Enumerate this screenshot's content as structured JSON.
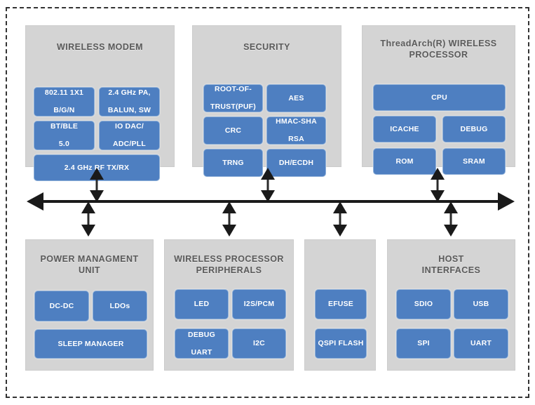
{
  "diagram": {
    "title_visible": false,
    "colors": {
      "module_fill": "#4e7fc1",
      "group_fill": "#d4d4d4",
      "boundary": "#333333",
      "bus": "#1a1a1a",
      "module_text": "#ffffff",
      "group_title_text": "#5a5a5a"
    },
    "bus": {
      "name": "system-bus",
      "left_arrow": true,
      "right_arrow": true
    },
    "groups": [
      {
        "id": "wireless-modem",
        "title": "WIRELESS MODEM",
        "modules": [
          "802.11 1X1 B/G/N",
          "2.4 GHz PA, BALUN, SW",
          "BT/BLE 5.0",
          "IO DAC/ ADC/PLL",
          "2.4 GHz RF TX/RX"
        ]
      },
      {
        "id": "security",
        "title": "SECURITY",
        "modules": [
          "ROOT-OF-TRUST(PUF)",
          "AES",
          "CRC",
          "HMAC-SHA RSA",
          "TRNG",
          "DH/ECDH"
        ]
      },
      {
        "id": "threadarch-wireless-processor",
        "title": "ThreadArch(R) WIRELESS PROCESSOR",
        "modules": [
          "CPU",
          "ICACHE",
          "DEBUG",
          "ROM",
          "SRAM"
        ]
      },
      {
        "id": "power-managment-unit",
        "title": "POWER MANAGMENT UNIT",
        "modules": [
          "DC-DC",
          "LDOs",
          "SLEEP MANAGER"
        ]
      },
      {
        "id": "wireless-processor-peripherals",
        "title": "WIRELESS PROCESSOR PERIPHERALS",
        "modules": [
          "LED",
          "I2S/PCM",
          "DEBUG UART",
          "I2C"
        ]
      },
      {
        "id": "memory-group",
        "title": "",
        "modules": [
          "EFUSE",
          "QSPI FLASH"
        ]
      },
      {
        "id": "host-interfaces",
        "title": "HOST INTERFACES",
        "modules": [
          "SDIO",
          "USB",
          "SPI",
          "UART"
        ]
      }
    ],
    "labels": {
      "wireless_modem": {
        "title": "WIRELESS MODEM",
        "m1_l1": "802.11 1X1",
        "m1_l2": "B/G/N",
        "m2_l1": "2.4 GHz PA,",
        "m2_l2": "BALUN, SW",
        "m3_l1": "BT/BLE",
        "m3_l2": "5.0",
        "m4_l1": "IO DAC/",
        "m4_l2": "ADC/PLL",
        "m5": "2.4 GHz RF TX/RX"
      },
      "security": {
        "title": "SECURITY",
        "m1_l1": "ROOT-OF-",
        "m1_l2": "TRUST(PUF)",
        "m2": "AES",
        "m3": "CRC",
        "m4_l1": "HMAC-SHA",
        "m4_l2": "RSA",
        "m5": "TRNG",
        "m6": "DH/ECDH"
      },
      "threadarch": {
        "title_l1": "ThreadArch(R) WIRELESS",
        "title_l2": "PROCESSOR",
        "m1": "CPU",
        "m2": "ICACHE",
        "m3": "DEBUG",
        "m4": "ROM",
        "m5": "SRAM"
      },
      "pmu": {
        "title_l1": "POWER MANAGMENT",
        "title_l2": "UNIT",
        "m1": "DC-DC",
        "m2": "LDOs",
        "m3": "SLEEP MANAGER"
      },
      "peripherals": {
        "title_l1": "WIRELESS PROCESSOR",
        "title_l2": "PERIPHERALS",
        "m1": "LED",
        "m2": "I2S/PCM",
        "m3_l1": "DEBUG",
        "m3_l2": "UART",
        "m4": "I2C"
      },
      "memory": {
        "m1": "EFUSE",
        "m2": "QSPI FLASH"
      },
      "host": {
        "title_l1": "HOST",
        "title_l2": "INTERFACES",
        "m1": "SDIO",
        "m2": "USB",
        "m3": "SPI",
        "m4": "UART"
      }
    }
  }
}
